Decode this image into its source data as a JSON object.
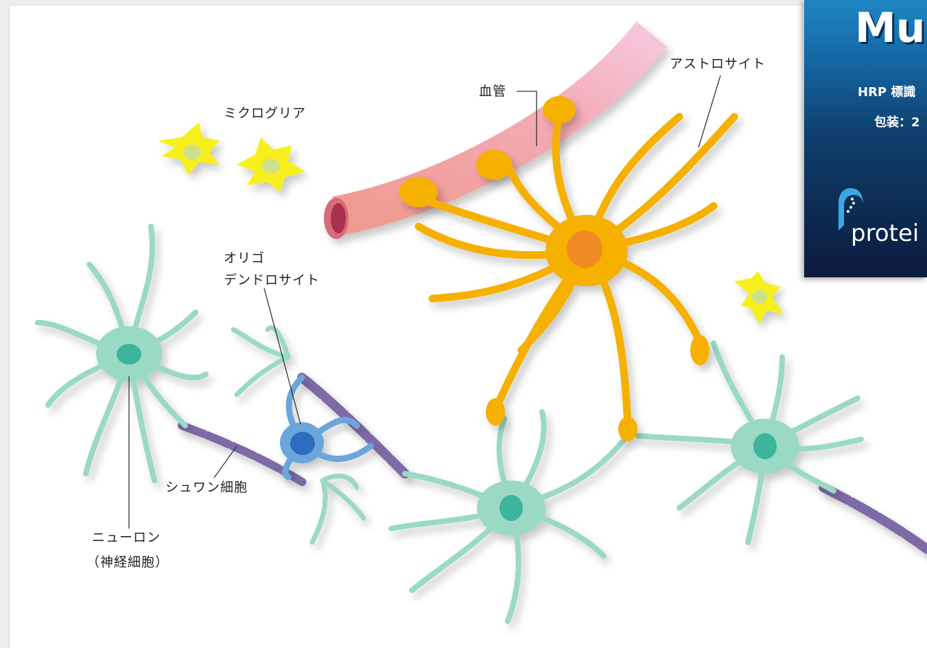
{
  "labels": {
    "microglia": "ミクログリア",
    "blood_vessel": "血管",
    "astrocyte": "アストロサイト",
    "oligo_line1": "オリゴ",
    "oligo_line2": "デンドロサイト",
    "schwann": "シュワン細胞",
    "neuron_line1": "ニューロン",
    "neuron_line2": "（神経細胞）"
  },
  "banner": {
    "title": "Mul",
    "line1": "HRP 標識",
    "line2": "包装：2",
    "logo_text": "protei"
  },
  "colors": {
    "neuron": "#9ad9c5",
    "neuron_nucleus": "#3db59a",
    "astrocyte": "#f5b000",
    "astrocyte_nucleus": "#f08a24",
    "microglia": "#f7ef1a",
    "vessel": "#f2a39a",
    "oligodendrocyte": "#6aa6dc",
    "myelin": "#7f6aa8",
    "banner": "#0f3f6e"
  }
}
